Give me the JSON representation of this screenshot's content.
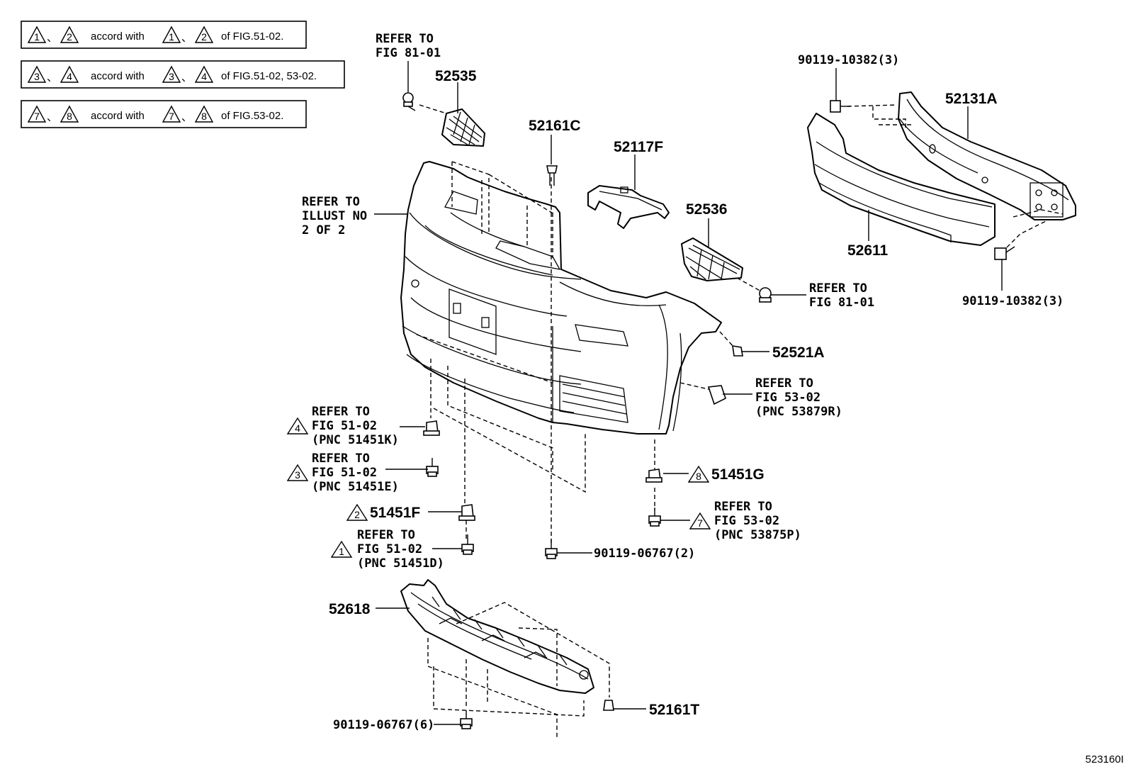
{
  "notes": [
    {
      "t1": "1",
      "t2": "2",
      "accord": "accord with",
      "t3": "1",
      "t4": "2",
      "ref": "of FIG.51-02."
    },
    {
      "t1": "3",
      "t2": "4",
      "accord": "accord with",
      "t3": "3",
      "t4": "4",
      "ref": "of FIG.51-02, 53-02."
    },
    {
      "t1": "7",
      "t2": "8",
      "accord": "accord with",
      "t3": "7",
      "t4": "8",
      "ref": "of FIG.53-02."
    }
  ],
  "callouts": {
    "refer_fig81_top": [
      "REFER TO",
      "FIG 81-01"
    ],
    "p52535": "52535",
    "p52161C": "52161C",
    "p52117F": "52117F",
    "p90119_10382_top": "90119-10382(3)",
    "p52131A": "52131A",
    "refer_illust": [
      "REFER TO",
      "ILLUST NO",
      "2 OF 2"
    ],
    "p52536": "52536",
    "p52611": "52611",
    "refer_fig81_right": [
      "REFER TO",
      "FIG 81-01"
    ],
    "p90119_10382_bottom": "90119-10382(3)",
    "p52521A": "52521A",
    "refer_fig53_a": [
      "REFER TO",
      "FIG 53-02",
      "(PNC 53879R)"
    ],
    "refer_fig51_k": [
      "REFER TO",
      "FIG 51-02",
      "(PNC 51451K)"
    ],
    "tri_k": "4",
    "refer_fig51_e": [
      "REFER TO",
      "FIG 51-02",
      "(PNC 51451E)"
    ],
    "tri_e": "3",
    "p51451G": "51451G",
    "tri_g": "8",
    "p51451F": "51451F",
    "tri_f": "2",
    "refer_fig53_b": [
      "REFER TO",
      "FIG 53-02",
      "(PNC 53875P)"
    ],
    "tri_p": "7",
    "refer_fig51_d": [
      "REFER TO",
      "FIG 51-02",
      "(PNC 51451D)"
    ],
    "tri_d": "1",
    "p90119_06767_2": "90119-06767(2)",
    "p52618": "52618",
    "p90119_06767_6": "90119-06767(6)",
    "p52161T": "52161T"
  },
  "figure_id": "523160I"
}
